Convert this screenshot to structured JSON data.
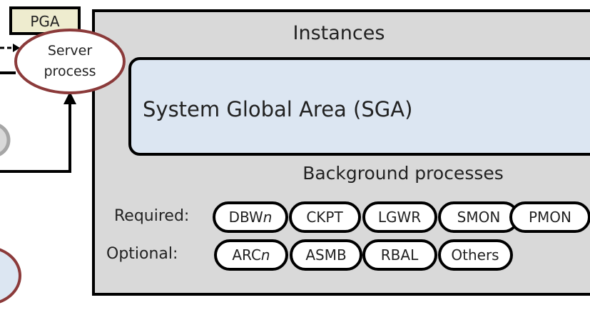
{
  "pga": {
    "label": "PGA"
  },
  "server_process": {
    "label_line1": "Server",
    "label_line2": "process"
  },
  "instance": {
    "title": "Instances"
  },
  "sga": {
    "label": "System Global Area (SGA)"
  },
  "background": {
    "title": "Background processes",
    "required_label": "Required:",
    "optional_label": "Optional:",
    "required": [
      {
        "base": "DBW",
        "suffix": "n"
      },
      {
        "base": "CKPT",
        "suffix": ""
      },
      {
        "base": "LGWR",
        "suffix": ""
      },
      {
        "base": "SMON",
        "suffix": ""
      },
      {
        "base": "PMON",
        "suffix": ""
      }
    ],
    "optional": [
      {
        "base": "ARC",
        "suffix": "n"
      },
      {
        "base": "ASMB",
        "suffix": ""
      },
      {
        "base": "RBAL",
        "suffix": ""
      },
      {
        "base": "Others",
        "suffix": ""
      }
    ]
  },
  "colors": {
    "instance_fill": "#d9d9d9",
    "sga_fill": "#dce6f2",
    "pga_fill": "#eeeccf",
    "server_border": "#8b3a3a",
    "line": "#000000"
  }
}
